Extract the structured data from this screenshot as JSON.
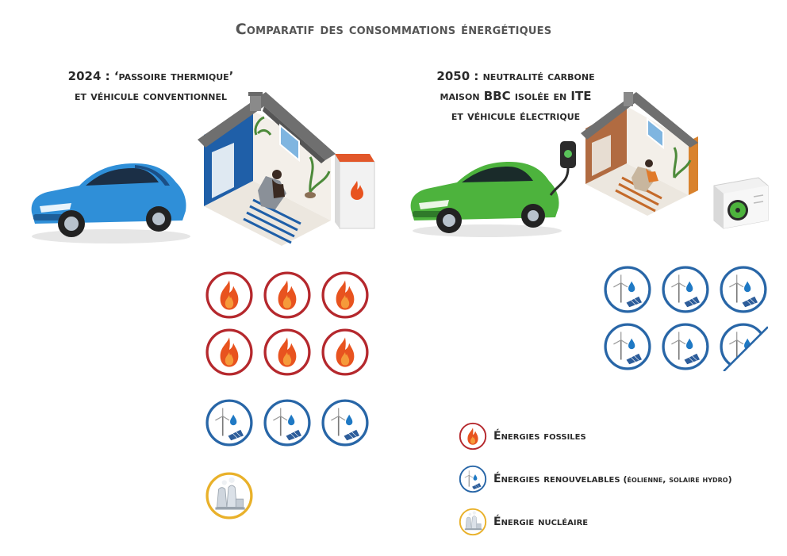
{
  "title": "Comparatif des consommations énergétiques",
  "scenarios": {
    "s2024": {
      "line1": "2024 : ‘passoire thermique’",
      "line2": "et véhicule conventionnel",
      "car_color": "#2f8fd8",
      "house_accent": "#1f5fa8",
      "counts": {
        "fossil": 6,
        "renewable": 3,
        "nuclear": 1
      }
    },
    "s2050": {
      "line1": "2050 : neutralité carbone",
      "line2": "maison BBC isolée en ITE",
      "line3": "et véhicule électrique",
      "car_color": "#4db33d",
      "house_accent": "#c46a2a",
      "counts": {
        "fossil": 0,
        "renewable": 5.75,
        "nuclear": 0
      }
    }
  },
  "legend": {
    "fossil": "Énergies fossiles",
    "renewable": "Énergies renouvelables",
    "renewable_sub": "(éolienne, solaire hydro)",
    "nuclear": "Énergie nucléaire"
  },
  "colors": {
    "fossil": "#b5282d",
    "renewable": "#2866a7",
    "nuclear": "#e9b12a",
    "flame": "#e8531f",
    "title": "#555555"
  },
  "icons": {
    "fossil": "flame-icon",
    "renewable": "wind-solar-hydro-icon",
    "nuclear": "nuclear-plant-icon",
    "charger": "ev-charger-icon",
    "boiler": "gas-boiler-icon",
    "heat_pump": "heat-pump-icon"
  }
}
